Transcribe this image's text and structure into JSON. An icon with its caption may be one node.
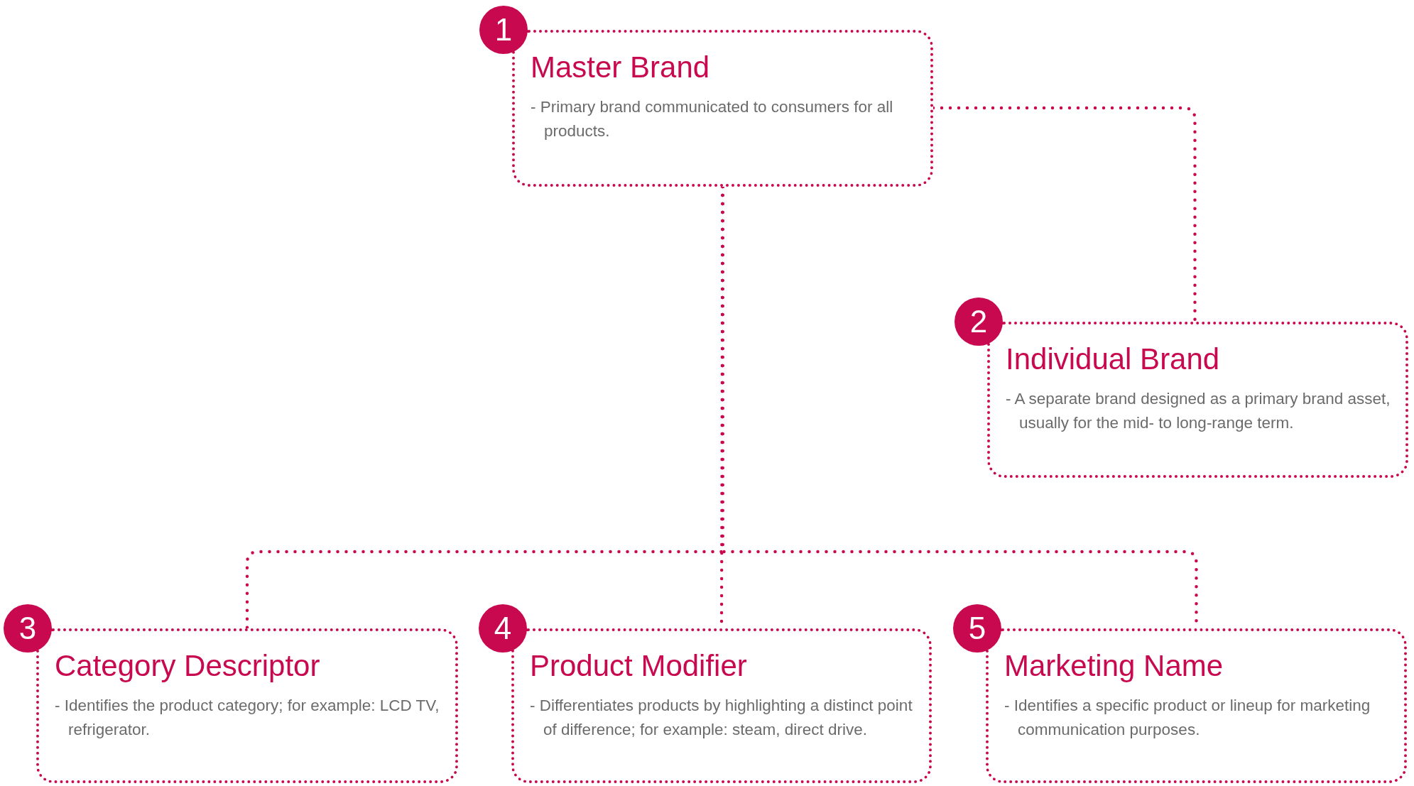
{
  "diagram": {
    "nodes": [
      {
        "text": [
          "1",
          "Master Brand",
          "- Primary brand communicated to consumers for all products."
        ]
      },
      {
        "text": [
          "2",
          "Individual Brand",
          "- A separate brand designed as a primary brand asset, usually for the mid- to long-range term."
        ]
      },
      {
        "text": [
          "3",
          "Category Descriptor",
          "- Identifies the product category; for example: LCD TV, refrigerator."
        ]
      },
      {
        "text": [
          "4",
          "Product Modifier",
          "- Differentiates products by highlighting a distinct point of difference; for example: steam, direct drive."
        ]
      },
      {
        "text": [
          "5",
          "Marketing Name",
          "- Identifies a specific product or lineup for marketing communication purposes."
        ]
      }
    ],
    "edges": [
      {
        "from": 0,
        "to": 1,
        "arrow": "none"
      },
      {
        "from": 0,
        "to": 2,
        "arrow": "none"
      },
      {
        "from": 0,
        "to": 3,
        "arrow": "none"
      },
      {
        "from": 0,
        "to": 4,
        "arrow": "none"
      }
    ]
  }
}
